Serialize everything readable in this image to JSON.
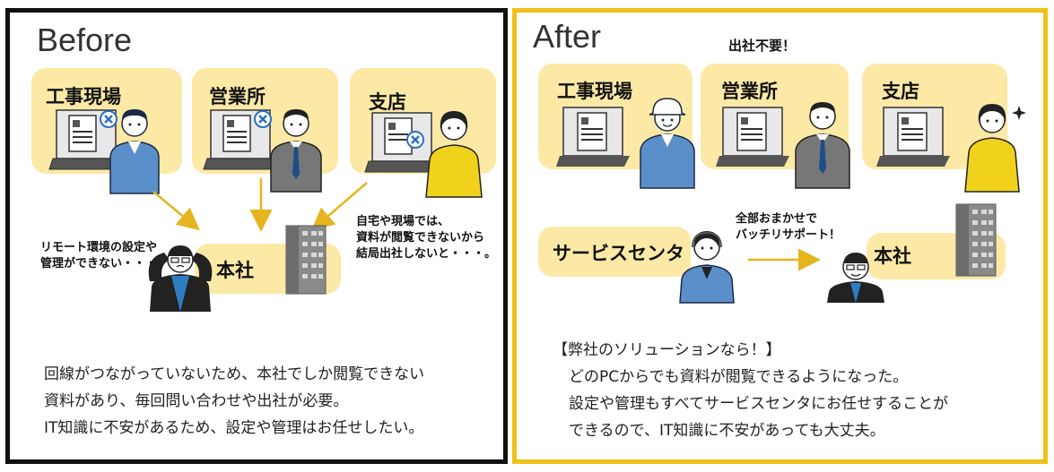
{
  "before": {
    "title": "Before",
    "locations": [
      "工事現場",
      "営業所",
      "支店"
    ],
    "hq": "本社",
    "note_left": [
      "リモート環境の設定や",
      "管理ができない・・・"
    ],
    "note_right": [
      "自宅や現場では、",
      "資料が閲覧できないから",
      "結局出社しないと・・・。"
    ],
    "body": [
      "回線がつながっていないため、本社でしか閲覧できない",
      "資料があり、毎回問い合わせや出社が必要。",
      "IT知識に不安があるため、設定や管理はお任せしたい。"
    ]
  },
  "after": {
    "title": "After",
    "no_commute": "出社不要！",
    "locations": [
      "工事現場",
      "営業所",
      "支店"
    ],
    "service_center": "サービスセンタ",
    "hq": "本社",
    "support_note": [
      "全部おまかせで",
      "バッチリサポート！"
    ],
    "body_heading": "【弊社のソリューションなら！】",
    "body": [
      "どのPCからでも資料が閲覧できるようになった。",
      "設定や管理もすべてサービスセンタにお任せすることが",
      "できるので、IT知識に不安があっても大丈夫。"
    ]
  },
  "colors": {
    "card": "#fde9a6",
    "arrow": "#e6b41e",
    "after_border": "#f0bf1a",
    "before_border": "#111111"
  }
}
